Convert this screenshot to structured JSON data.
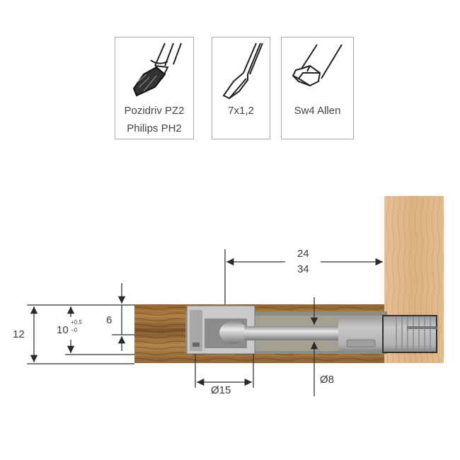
{
  "tools": [
    {
      "name": "pozidriv-phillips",
      "icon": "phillips-bit-icon",
      "lines": [
        "Pozidriv PZ2",
        "Philips PH2"
      ]
    },
    {
      "name": "flat-blade",
      "icon": "flat-screwdriver-icon",
      "lines": [
        "7x1,2"
      ]
    },
    {
      "name": "allen",
      "icon": "hex-key-icon",
      "lines": [
        "Sw4 Allen"
      ]
    }
  ],
  "dimensions": {
    "distance_top": "24",
    "distance_bottom": "34",
    "panel_thickness": "12",
    "drill_depth_main": "10",
    "drill_depth_tol_plus": "+0,5",
    "drill_depth_tol_minus": "−0",
    "axis_offset": "6",
    "housing_diameter": "Ø15",
    "bolt_diameter": "Ø8"
  },
  "colors": {
    "horizontal_panel_wood": "#9a6b34",
    "vertical_panel_wood": "#e2b98a",
    "metal": "#b9b9b9",
    "line": "#333333"
  }
}
